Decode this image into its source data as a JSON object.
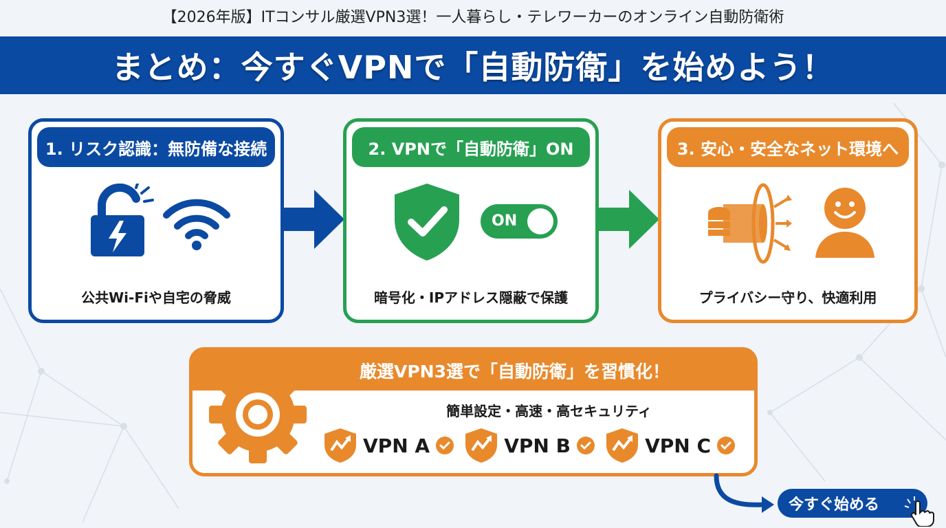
{
  "header": {
    "top_title": "【2026年版】ITコンサル厳選VPN3選！一人暮らし・テレワーカーのオンライン自動防衛術",
    "banner_title": "まとめ：今すぐVPNで「自動防衛」を始めよう！"
  },
  "steps": [
    {
      "title": "1. リスク認識：無防備な接続",
      "caption": "公共Wi-Fiや自宅の脅威",
      "color": "#0b4aa2",
      "icons": [
        "broken-lock-icon",
        "wifi-icon"
      ]
    },
    {
      "title": "2. VPNで「自動防衛」ON",
      "caption": "暗号化・IPアドレス隠蔽で保護",
      "color": "#27a052",
      "icons": [
        "shield-check-icon",
        "toggle-switch-icon"
      ],
      "toggle_label": "ON"
    },
    {
      "title": "3. 安心・安全なネット環境へ",
      "caption": "プライバシー守り、快適利用",
      "color": "#e8892c",
      "icons": [
        "vpn-tunnel-icon",
        "happy-user-icon"
      ]
    }
  ],
  "summary": {
    "title": "厳選VPN3選で「自動防衛」を習慣化！",
    "subtitle": "簡単設定・高速・高セキュリティ",
    "vpns": [
      {
        "name": "VPN A"
      },
      {
        "name": "VPN B"
      },
      {
        "name": "VPN C"
      }
    ],
    "color": "#e8892c"
  },
  "cta": {
    "label": "今すぐ始める"
  }
}
